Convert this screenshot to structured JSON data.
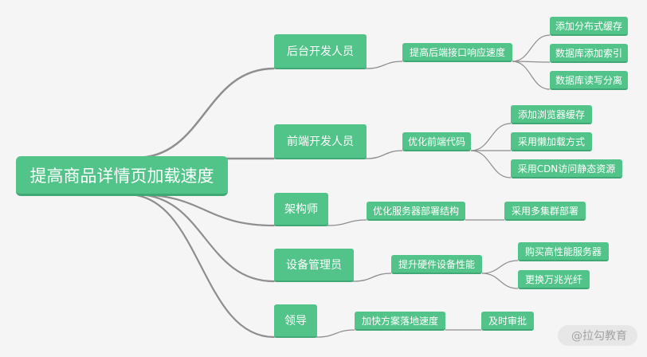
{
  "root": {
    "label": "提高商品详情页加载速度"
  },
  "branches": [
    {
      "role": "后台开发人员",
      "task": "提高后端接口响应速度",
      "actions": [
        "添加分布式缓存",
        "数据库添加索引",
        "数据库读写分离"
      ]
    },
    {
      "role": "前端开发人员",
      "task": "优化前端代码",
      "actions": [
        "添加浏览器缓存",
        "采用懒加载方式",
        "采用CDN访问静态资源"
      ]
    },
    {
      "role": "架构师",
      "task": "优化服务器部署结构",
      "actions": [
        "采用多集群部署"
      ]
    },
    {
      "role": "设备管理员",
      "task": "提升硬件设备性能",
      "actions": [
        "购买高性能服务器",
        "更换万兆光纤"
      ]
    },
    {
      "role": "领导",
      "task": "加快方案落地速度",
      "actions": [
        "及时审批"
      ]
    }
  ],
  "watermark": {
    "icon": "at-sign-icon",
    "text": "@拉勾教育"
  },
  "colors": {
    "node": "#52c48a",
    "line": "#8e8e8e",
    "background": "#f5f5f5"
  }
}
